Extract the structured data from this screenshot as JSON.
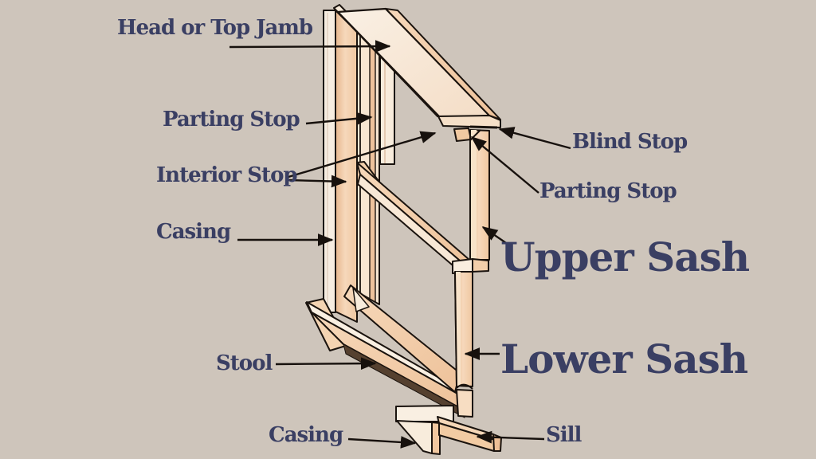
{
  "page": {
    "title": "Anatomy of a double-hung window — labeled parts diagram",
    "background_color": "#cec5bb"
  },
  "palette": {
    "label_text": "#3a3f63",
    "outline": "#1a130e",
    "wood": "#f3cda8",
    "wood_light": "#f8ecdc",
    "wood_deep": "#e9bb93",
    "wood_shadow": "#55402f"
  },
  "labels": {
    "head_jamb": "Head or Top Jamb",
    "parting_stop_left": "Parting Stop",
    "interior_stop": "Interior Stop",
    "casing_left": "Casing",
    "stool": "Stool",
    "casing_bottom": "Casing",
    "blind_stop": "Blind Stop",
    "parting_stop_right": "Parting Stop",
    "upper_sash": "Upper Sash",
    "lower_sash": "Lower Sash",
    "sill": "Sill"
  }
}
